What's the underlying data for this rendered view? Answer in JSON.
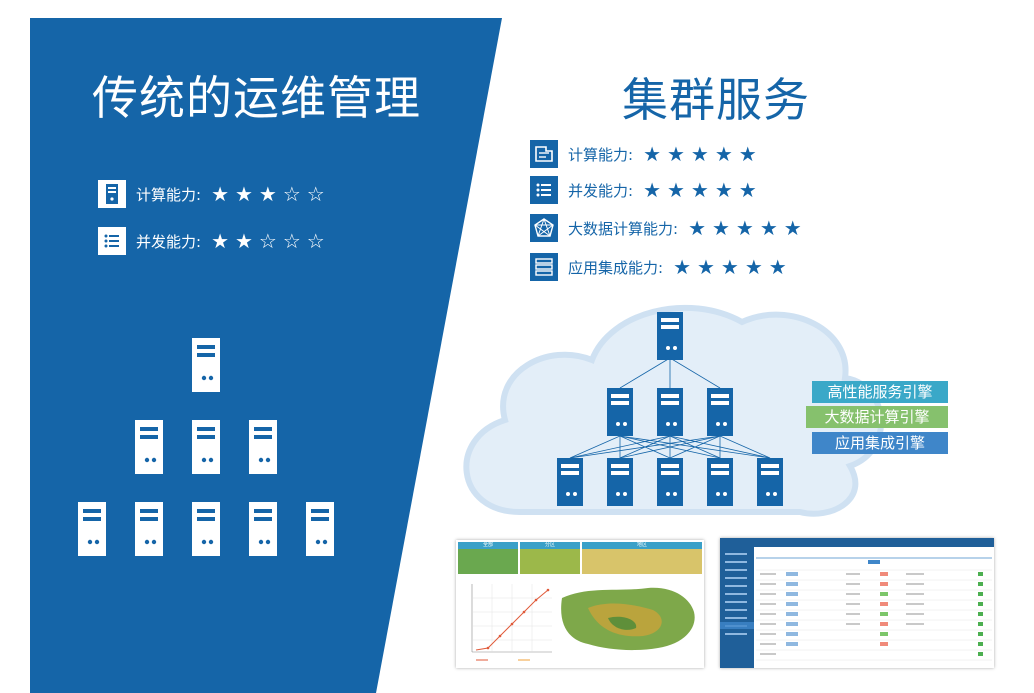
{
  "left": {
    "title": "传统的运维管理",
    "metrics": [
      {
        "label": "计算能力:",
        "stars": "★★★☆☆",
        "icon": "server-icon"
      },
      {
        "label": "并发能力:",
        "stars": "★★☆☆☆",
        "icon": "list-icon"
      }
    ]
  },
  "right": {
    "title": "集群服务",
    "metrics": [
      {
        "label": "计算能力:",
        "stars": "★★★★★",
        "icon": "cloud-compute-icon"
      },
      {
        "label": "并发能力:",
        "stars": "★★★★★",
        "icon": "list-icon"
      },
      {
        "label": "大数据计算能力:",
        "stars": "★★★★★",
        "icon": "network-icon"
      },
      {
        "label": "应用集成能力:",
        "stars": "★★★★★",
        "icon": "stack-icon"
      }
    ],
    "engines": [
      "高性能服务引擎",
      "大数据计算引擎",
      "应用集成引擎"
    ]
  },
  "map_screenshot": {
    "panel_labels": [
      "全部",
      "分区",
      "地区"
    ]
  },
  "colors": {
    "primary_blue": "#1565a8",
    "cloud_fill": "#e3eef8",
    "engine_1": "#3aa8c8",
    "engine_2": "#86c16d",
    "engine_3": "#3f86c9"
  }
}
